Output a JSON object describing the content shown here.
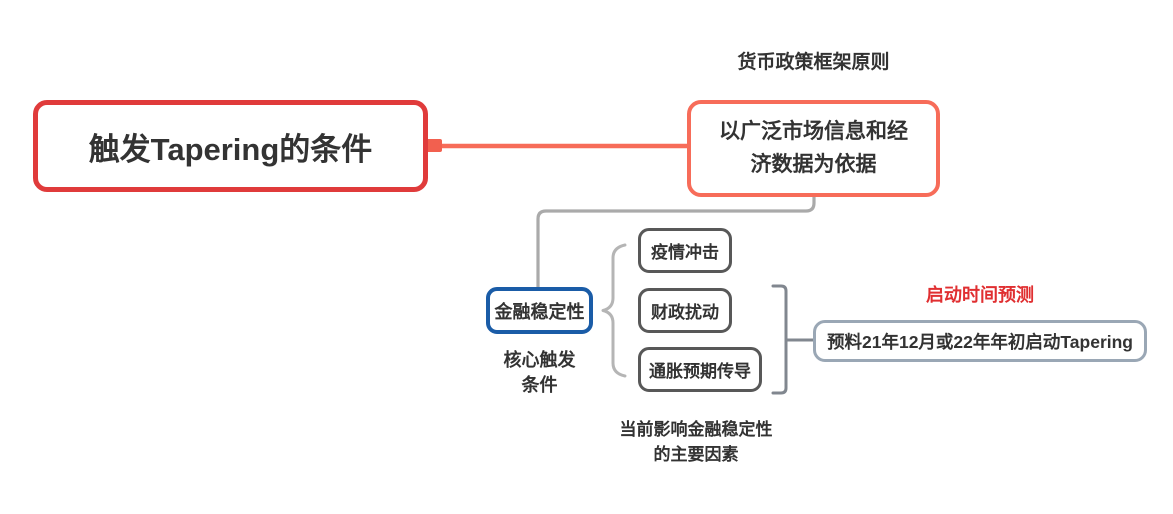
{
  "mindmap": {
    "root": {
      "label": "触发Tapering的条件"
    },
    "principle": {
      "overline": "货币政策框架原则",
      "line1": "以广泛市场信息和经",
      "line2": "济数据为依据"
    },
    "financial": {
      "label": "金融稳定性",
      "caption_line1": "核心触发",
      "caption_line2": "条件"
    },
    "factors": {
      "items": [
        {
          "label": "疫情冲击"
        },
        {
          "label": "财政扰动"
        },
        {
          "label": "通胀预期传导"
        }
      ],
      "caption_line1": "当前影响金融稳定性",
      "caption_line2": "的主要因素"
    },
    "prediction": {
      "overline": "启动时间预测",
      "label": "预料21年12月或22年年初启动Tapering"
    },
    "colors": {
      "root_border": "#e03b3b",
      "branch_line": "#f76c59",
      "financial_border": "#1a5ca7",
      "factor_border": "#585858",
      "prediction_border": "#9aa7b5",
      "prediction_label": "#e02f31",
      "connector_gray": "#aaaaaa",
      "brace_gray": "#b5b5b5",
      "bracket_gray": "#81878f",
      "text": "#333333"
    }
  }
}
